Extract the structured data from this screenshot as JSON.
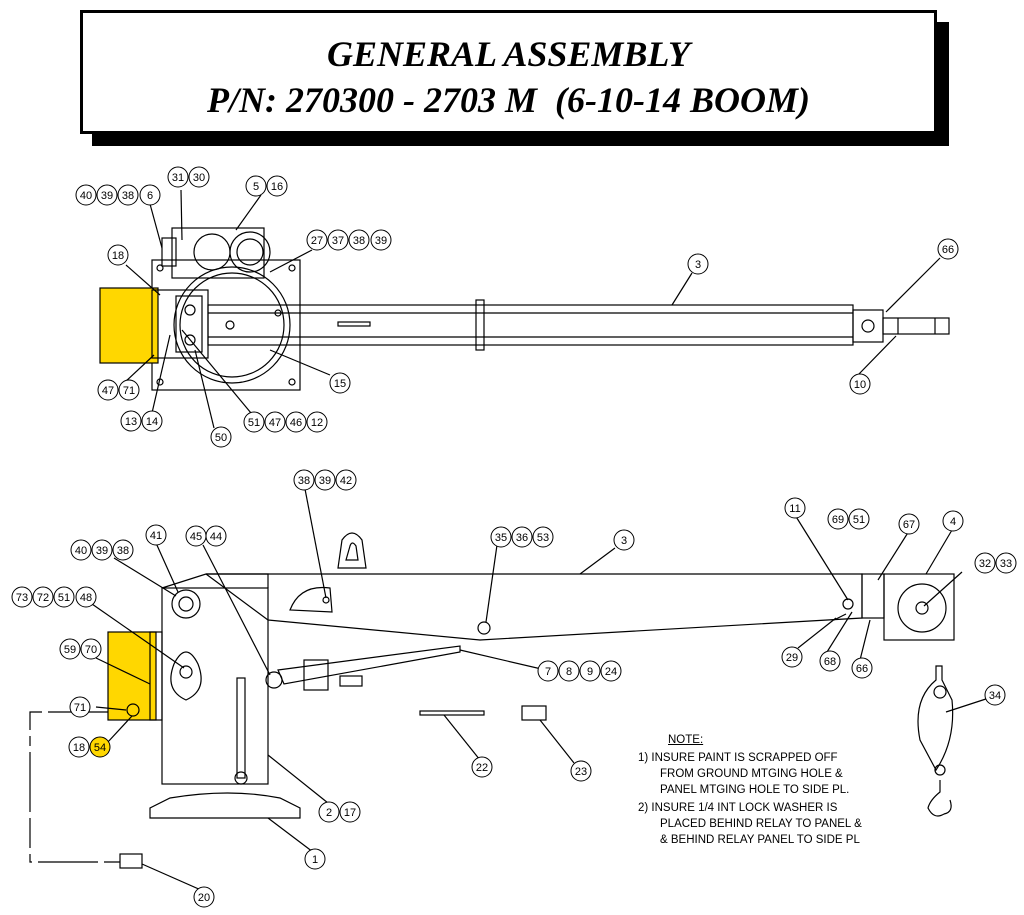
{
  "title": {
    "line1": "GENERAL ASSEMBLY",
    "line2": "P/N: 270300 - 2703 M  (6-10-14 BOOM)"
  },
  "colors": {
    "highlight": "#FFD700",
    "line": "#000000"
  },
  "top_view": {
    "balloons": [
      {
        "id": "tv-40",
        "text": "40"
      },
      {
        "id": "tv-39",
        "text": "39"
      },
      {
        "id": "tv-38",
        "text": "38"
      },
      {
        "id": "tv-6",
        "text": "6"
      },
      {
        "id": "tv-31",
        "text": "31"
      },
      {
        "id": "tv-30",
        "text": "30"
      },
      {
        "id": "tv-5",
        "text": "5"
      },
      {
        "id": "tv-16",
        "text": "16"
      },
      {
        "id": "tv-27",
        "text": "27"
      },
      {
        "id": "tv-37",
        "text": "37"
      },
      {
        "id": "tv-38b",
        "text": "38"
      },
      {
        "id": "tv-39b",
        "text": "39"
      },
      {
        "id": "tv-18",
        "text": "18"
      },
      {
        "id": "tv-3",
        "text": "3"
      },
      {
        "id": "tv-66",
        "text": "66"
      },
      {
        "id": "tv-10",
        "text": "10"
      },
      {
        "id": "tv-15",
        "text": "15"
      },
      {
        "id": "tv-47",
        "text": "47"
      },
      {
        "id": "tv-71",
        "text": "71"
      },
      {
        "id": "tv-13",
        "text": "13"
      },
      {
        "id": "tv-14",
        "text": "14"
      },
      {
        "id": "tv-50",
        "text": "50"
      },
      {
        "id": "tv-51",
        "text": "51"
      },
      {
        "id": "tv-47b",
        "text": "47"
      },
      {
        "id": "tv-46",
        "text": "46"
      },
      {
        "id": "tv-12",
        "text": "12"
      }
    ]
  },
  "side_view": {
    "balloons": [
      {
        "id": "sv-38",
        "text": "38"
      },
      {
        "id": "sv-39",
        "text": "39"
      },
      {
        "id": "sv-42",
        "text": "42"
      },
      {
        "id": "sv-11",
        "text": "11"
      },
      {
        "id": "sv-69",
        "text": "69"
      },
      {
        "id": "sv-51",
        "text": "51"
      },
      {
        "id": "sv-4",
        "text": "4"
      },
      {
        "id": "sv-67",
        "text": "67"
      },
      {
        "id": "sv-41",
        "text": "41"
      },
      {
        "id": "sv-45",
        "text": "45"
      },
      {
        "id": "sv-44",
        "text": "44"
      },
      {
        "id": "sv-35",
        "text": "35"
      },
      {
        "id": "sv-36",
        "text": "36"
      },
      {
        "id": "sv-53",
        "text": "53"
      },
      {
        "id": "sv-3",
        "text": "3"
      },
      {
        "id": "sv-40",
        "text": "40"
      },
      {
        "id": "sv-39b",
        "text": "39"
      },
      {
        "id": "sv-38b",
        "text": "38"
      },
      {
        "id": "sv-32",
        "text": "32"
      },
      {
        "id": "sv-33",
        "text": "33"
      },
      {
        "id": "sv-73",
        "text": "73"
      },
      {
        "id": "sv-72",
        "text": "72"
      },
      {
        "id": "sv-51b",
        "text": "51"
      },
      {
        "id": "sv-48",
        "text": "48"
      },
      {
        "id": "sv-59",
        "text": "59"
      },
      {
        "id": "sv-70",
        "text": "70"
      },
      {
        "id": "sv-7",
        "text": "7"
      },
      {
        "id": "sv-8",
        "text": "8"
      },
      {
        "id": "sv-9",
        "text": "9"
      },
      {
        "id": "sv-24",
        "text": "24"
      },
      {
        "id": "sv-29",
        "text": "29"
      },
      {
        "id": "sv-68",
        "text": "68"
      },
      {
        "id": "sv-66",
        "text": "66"
      },
      {
        "id": "sv-71",
        "text": "71"
      },
      {
        "id": "sv-34",
        "text": "34"
      },
      {
        "id": "sv-18",
        "text": "18"
      },
      {
        "id": "sv-54",
        "text": "54"
      },
      {
        "id": "sv-22",
        "text": "22"
      },
      {
        "id": "sv-23",
        "text": "23"
      },
      {
        "id": "sv-2",
        "text": "2"
      },
      {
        "id": "sv-17",
        "text": "17"
      },
      {
        "id": "sv-1",
        "text": "1"
      },
      {
        "id": "sv-20",
        "text": "20"
      }
    ]
  },
  "notes": {
    "heading": "NOTE:",
    "lines": [
      "1) INSURE PAINT IS SCRAPPED OFF",
      "FROM GROUND MTGING HOLE &",
      "PANEL MTGING HOLE TO SIDE PL.",
      "2) INSURE 1/4 INT LOCK WASHER IS",
      "PLACED BEHIND RELAY TO PANEL &",
      "& BEHIND RELAY PANEL TO SIDE PL"
    ]
  }
}
